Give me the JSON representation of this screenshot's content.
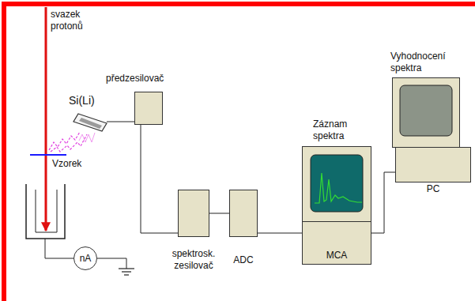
{
  "diagram": {
    "nodes": [
      {
        "text": [
          "Si(Li)"
        ]
      },
      {
        "text": [
          "předzesilovač"
        ]
      },
      {
        "text": [
          "nA"
        ]
      },
      {
        "text": [
          "spektrosk. zesilovač"
        ]
      },
      {
        "text": [
          "ADC"
        ]
      },
      {
        "text": [
          "Záznam spektra",
          "MCA"
        ]
      },
      {
        "text": [
          "Vyhodnocení spektra",
          "PC"
        ]
      }
    ],
    "edges": [
      {
        "from": 0,
        "to": 1,
        "arrow": "none"
      },
      {
        "from": 1,
        "to": 3,
        "arrow": "none"
      },
      {
        "from": 3,
        "to": 4,
        "arrow": "none"
      },
      {
        "from": 4,
        "to": 5,
        "arrow": "none"
      },
      {
        "from": 5,
        "to": 6,
        "arrow": "none"
      }
    ],
    "labels": [
      "svazek protonů",
      "Vzorek"
    ]
  }
}
